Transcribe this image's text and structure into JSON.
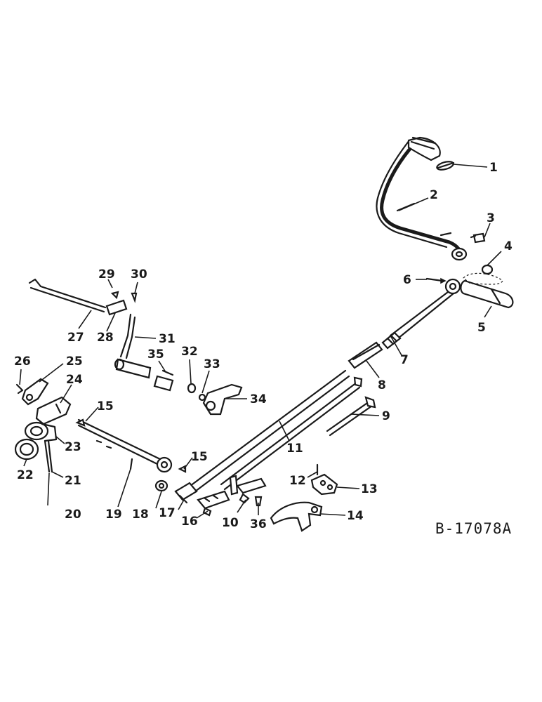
{
  "drawing_number": "B-17078A",
  "callouts": [
    {
      "id": "1",
      "label": "1"
    },
    {
      "id": "2",
      "label": "2"
    },
    {
      "id": "3",
      "label": "3"
    },
    {
      "id": "4",
      "label": "4"
    },
    {
      "id": "5",
      "label": "5"
    },
    {
      "id": "6",
      "label": "6"
    },
    {
      "id": "7",
      "label": "7"
    },
    {
      "id": "8",
      "label": "8"
    },
    {
      "id": "9",
      "label": "9"
    },
    {
      "id": "10",
      "label": "10"
    },
    {
      "id": "11",
      "label": "11"
    },
    {
      "id": "12",
      "label": "12"
    },
    {
      "id": "13",
      "label": "13"
    },
    {
      "id": "14",
      "label": "14"
    },
    {
      "id": "15a",
      "label": "15"
    },
    {
      "id": "15b",
      "label": "15"
    },
    {
      "id": "16",
      "label": "16"
    },
    {
      "id": "17",
      "label": "17"
    },
    {
      "id": "18",
      "label": "18"
    },
    {
      "id": "19",
      "label": "19"
    },
    {
      "id": "20",
      "label": "20"
    },
    {
      "id": "21",
      "label": "21"
    },
    {
      "id": "22",
      "label": "22"
    },
    {
      "id": "23",
      "label": "23"
    },
    {
      "id": "24",
      "label": "24"
    },
    {
      "id": "25",
      "label": "25"
    },
    {
      "id": "26",
      "label": "26"
    },
    {
      "id": "27",
      "label": "27"
    },
    {
      "id": "28",
      "label": "28"
    },
    {
      "id": "29",
      "label": "29"
    },
    {
      "id": "30",
      "label": "30"
    },
    {
      "id": "31",
      "label": "31"
    },
    {
      "id": "32",
      "label": "32"
    },
    {
      "id": "33",
      "label": "33"
    },
    {
      "id": "34",
      "label": "34"
    },
    {
      "id": "35",
      "label": "35"
    },
    {
      "id": "36",
      "label": "36"
    }
  ]
}
